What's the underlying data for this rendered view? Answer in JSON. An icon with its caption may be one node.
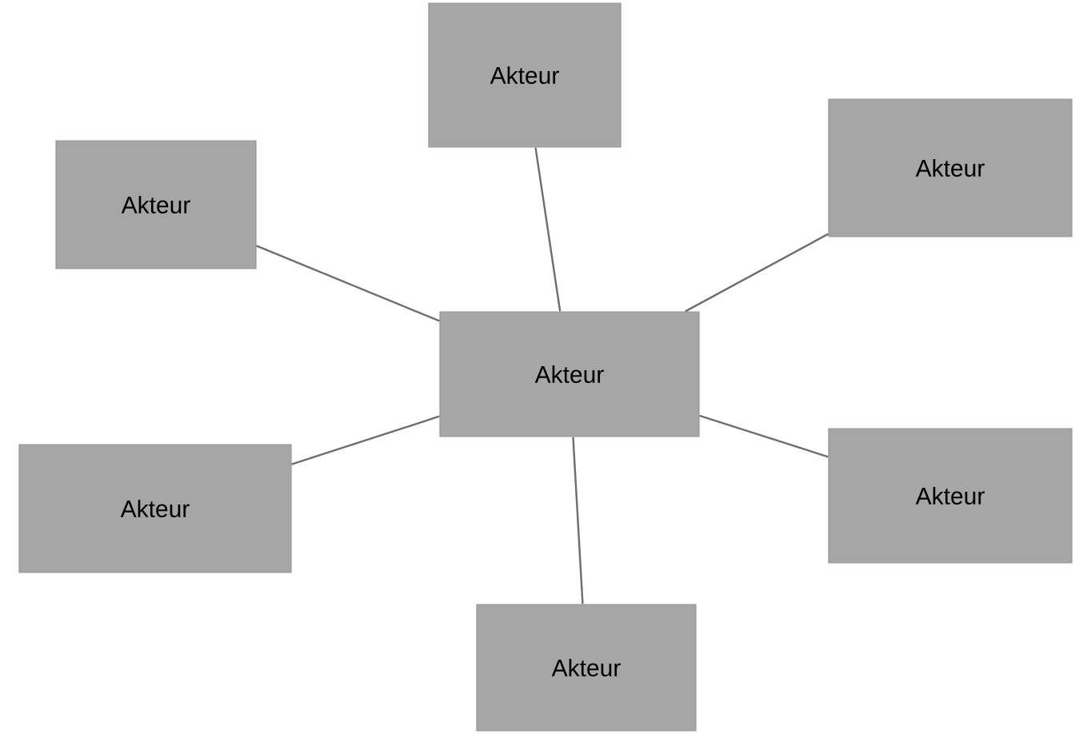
{
  "diagram": {
    "nodes": [
      {
        "text": [
          "Akteur"
        ]
      },
      {
        "text": [
          "Akteur"
        ]
      },
      {
        "text": [
          "Akteur"
        ]
      },
      {
        "text": [
          "Akteur"
        ]
      },
      {
        "text": [
          "Akteur"
        ]
      },
      {
        "text": [
          "Akteur"
        ]
      },
      {
        "text": [
          "Akteur"
        ]
      }
    ],
    "edges": [
      {
        "from": 3,
        "to": 0,
        "arrow": "none"
      },
      {
        "from": 3,
        "to": 1,
        "arrow": "none"
      },
      {
        "from": 3,
        "to": 2,
        "arrow": "none"
      },
      {
        "from": 3,
        "to": 4,
        "arrow": "none"
      },
      {
        "from": 3,
        "to": 5,
        "arrow": "none"
      },
      {
        "from": 3,
        "to": 6,
        "arrow": "none"
      }
    ]
  }
}
